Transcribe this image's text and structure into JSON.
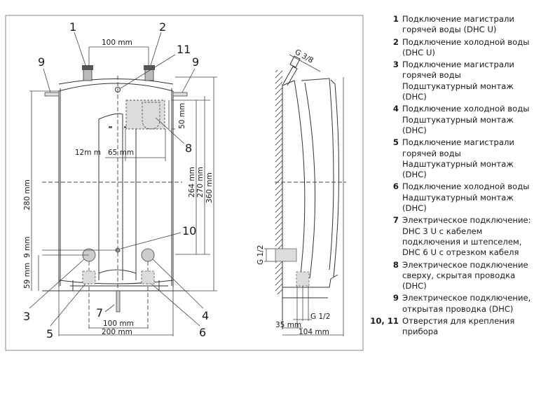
{
  "diagram": {
    "front_view": {
      "callouts": [
        "1",
        "2",
        "3",
        "4",
        "5",
        "6",
        "7",
        "8",
        "9",
        "9",
        "10",
        "11"
      ],
      "dimensions": {
        "top_spacing": "100 mm",
        "bottom_spacing": "100 mm",
        "total_width": "200 mm",
        "left_height": "280 mm",
        "offset_9": "9 mm",
        "bottom_59": "59 mm",
        "side_50": "50 mm",
        "side_264": "264 mm",
        "side_270": "270 mm",
        "side_360": "360 mm",
        "horiz_12": "12m m",
        "horiz_65": "65 mm"
      }
    },
    "side_view": {
      "thread_top": "G 3/8",
      "thread_side": "G 1/2",
      "thread_bottom": "G 1/2",
      "dim_35": "35 mm",
      "dim_104": "104 mm"
    }
  },
  "legend": [
    {
      "num": "1",
      "text": "Подключение магистрали горячей воды (DHC U)"
    },
    {
      "num": "2",
      "text": "Подключение холодной воды (DHC U)"
    },
    {
      "num": "3",
      "text": "Подключение магистрали горячей воды Подштукатурный монтаж (DHC)"
    },
    {
      "num": "4",
      "text": "Подключение холодной воды Подштукатурный монтаж (DHC)"
    },
    {
      "num": "5",
      "text": "Подключение магистрали горячей воды Надштукатурный монтаж (DHC)"
    },
    {
      "num": "6",
      "text": "Подключение холодной воды Надштукатурный монтаж (DHC)"
    },
    {
      "num": "7",
      "text": "Электрическое подключение: DHC 3 U с кабелем подключения и штепселем, DHC 6 U с отрезком кабеля"
    },
    {
      "num": "8",
      "text": "Электрическое подключение сверху, скрытая проводка (DHC)"
    },
    {
      "num": "9",
      "text": "Электрическое подключение, открытая проводка (DHC)"
    },
    {
      "num": "10, 11",
      "text": "Отверстия для крепления прибора"
    }
  ]
}
